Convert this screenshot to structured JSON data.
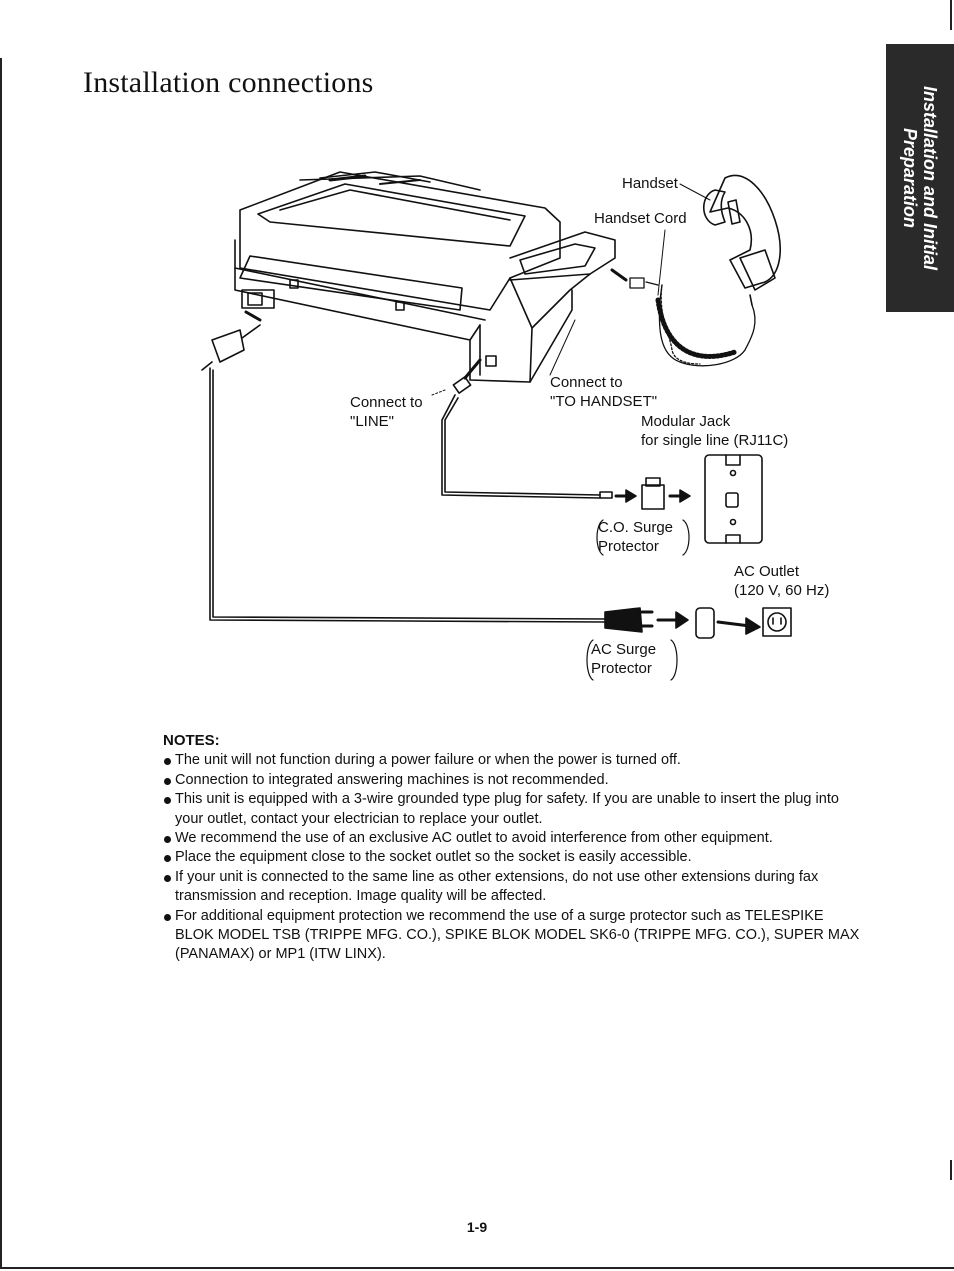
{
  "page": {
    "title": "Installation connections",
    "side_tab": [
      "Installation and Initial",
      "Preparation"
    ],
    "page_number": "1-9"
  },
  "diagram": {
    "labels": {
      "handset": "Handset",
      "handset_cord": "Handset Cord",
      "connect_handset_1": "Connect to",
      "connect_handset_2": "\"TO HANDSET\"",
      "connect_line_1": "Connect to",
      "connect_line_2": "\"LINE\"",
      "modular_jack_1": "Modular Jack",
      "modular_jack_2": "for single line (RJ11C)",
      "co_surge_1": "C.O. Surge",
      "co_surge_2": "Protector",
      "ac_outlet_1": "AC Outlet",
      "ac_outlet_2": "(120 V, 60 Hz)",
      "ac_surge_1": "AC Surge",
      "ac_surge_2": "Protector"
    }
  },
  "notes": {
    "heading": "NOTES:",
    "items": [
      "The unit will not function during a power failure or when the power is turned off.",
      "Connection to integrated answering machines is not recommended.",
      "This unit is equipped with a 3-wire grounded type plug for safety. If you are unable to insert the plug into your outlet, contact your electrician to replace your outlet.",
      "We recommend the use of an exclusive AC outlet to avoid interference from other equipment.",
      "Place the equipment close to the socket outlet so the socket is easily accessible.",
      "If your unit is connected to the same line as other extensions, do not use other extensions during fax transmission and reception. Image quality will be affected.",
      "For additional equipment protection we recommend the use of a surge protector such as TELESPIKE BLOK MODEL TSB (TRIPPE MFG. CO.), SPIKE BLOK MODEL SK6-0 (TRIPPE MFG. CO.), SUPER MAX (PANAMAX) or MP1 (ITW LINX)."
    ]
  }
}
